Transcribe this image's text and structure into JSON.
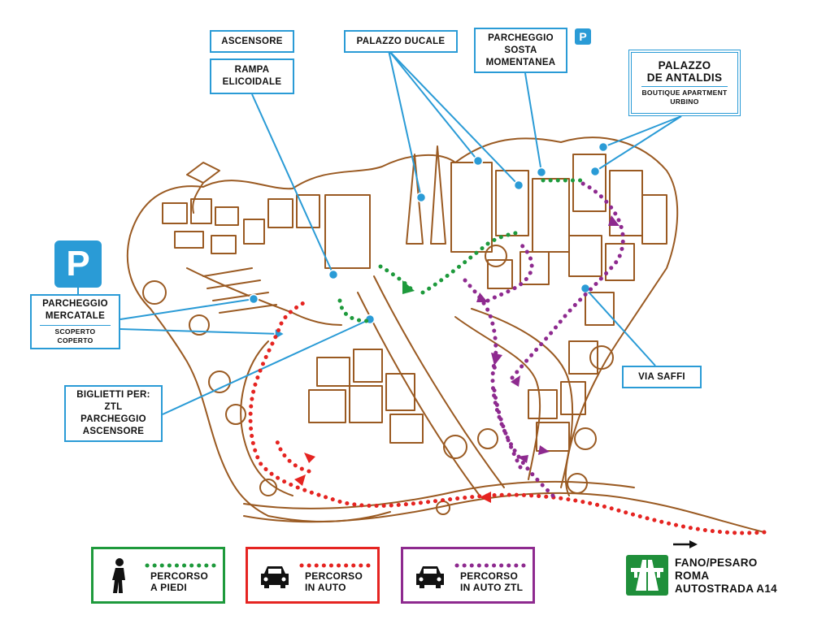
{
  "labels": {
    "ascensore": "ASCENSORE",
    "rampa_line1": "RAMPA",
    "rampa_line2": "ELICOIDALE",
    "palazzo_ducale": "PALAZZO DUCALE",
    "parcheggio_sosta_line1": "PARCHEGGIO",
    "parcheggio_sosta_line2": "SOSTA",
    "parcheggio_sosta_line3": "MOMENTANEA",
    "antaldis_line1": "PALAZZO",
    "antaldis_line2": "DE ANTALDIS",
    "antaldis_sub1": "BOUTIQUE APARTMENT",
    "antaldis_sub2": "URBINO",
    "mercatale_line1": "PARCHEGGIO",
    "mercatale_line2": "MERCATALE",
    "mercatale_sub1": "SCOPERTO",
    "mercatale_sub2": "COPERTO",
    "biglietti_line1": "BIGLIETTI PER:",
    "biglietti_line2": "ZTL",
    "biglietti_line3": "PARCHEGGIO",
    "biglietti_line4": "ASCENSORE",
    "via_saffi": "VIA SAFFI",
    "parking_symbol": "P"
  },
  "legend": {
    "walk_line1": "PERCORSO",
    "walk_line2": "A PIEDI",
    "car_line1": "PERCORSO",
    "car_line2": "IN AUTO",
    "ztl_line1": "PERCORSO",
    "ztl_line2": "IN AUTO ZTL"
  },
  "highway": {
    "line1": "FANO/PESARO",
    "line2": "ROMA",
    "line3": "AUTOSTRADA A14"
  },
  "colors": {
    "walk": "#1e9a3c",
    "car": "#e52421",
    "ztl": "#8e2a8f",
    "label_border": "#2a9bd6",
    "town_ink": "#9a5a22"
  },
  "icons": [
    "walking-person-icon",
    "car-icon",
    "parking-icon",
    "highway-icon",
    "arrow-right-icon"
  ]
}
